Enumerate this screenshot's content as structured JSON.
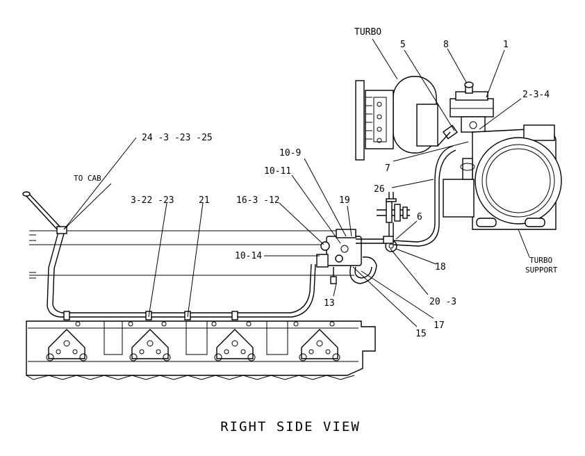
{
  "view_title": "RIGHT SIDE VIEW",
  "notes": {
    "turbo": "TURBO",
    "to_cab": "TO CAB",
    "turbo_support_1": "TURBO",
    "turbo_support_2": "SUPPORT"
  },
  "callouts": {
    "c1": "1",
    "c5": "5",
    "c8": "8",
    "c234": "2-3-4",
    "c7": "7",
    "c26": "26",
    "c24": "24 -3 -23 -25",
    "c109": "10-9",
    "c1011": "10-11",
    "c32223": "3-22 -23",
    "c21": "21",
    "c16312": "16-3 -12",
    "c19": "19",
    "c6": "6",
    "c1014": "10-14",
    "c18": "18",
    "c13": "13",
    "c203": "20 -3",
    "c17": "17",
    "c15": "15"
  }
}
